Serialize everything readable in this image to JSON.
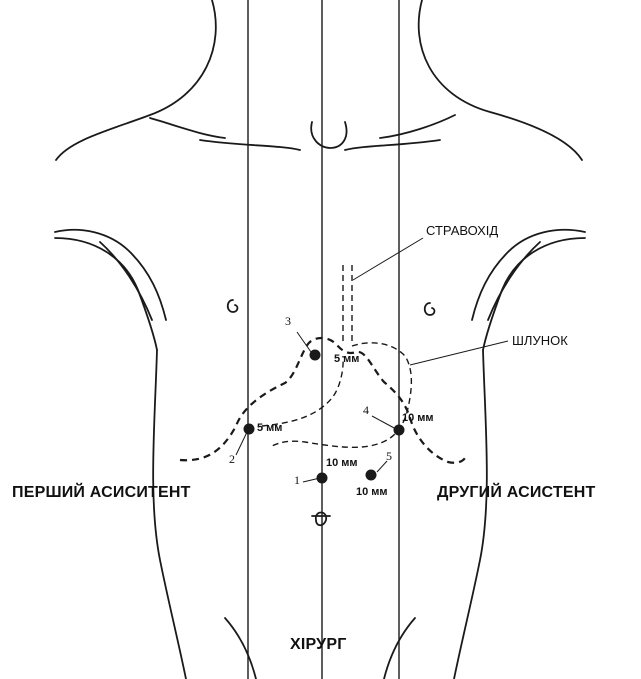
{
  "labels": {
    "esophagus": "СТРАВОХІД",
    "stomach": "ШЛУНОК",
    "first_assistant": "ПЕРШИЙ АСИСИТЕНТ",
    "second_assistant": "ДРУГИЙ АСИСТЕНТ",
    "surgeon": "ХІРУРГ"
  },
  "ports": [
    {
      "number": "1",
      "size": "10 мм"
    },
    {
      "number": "2",
      "size": "5 мм"
    },
    {
      "number": "3",
      "size": "5 мм"
    },
    {
      "number": "4",
      "size": "10 мм"
    },
    {
      "number": "5",
      "size": "10 мм"
    }
  ],
  "colors": {
    "ink": "#1a1a1a",
    "background": "#ffffff"
  }
}
